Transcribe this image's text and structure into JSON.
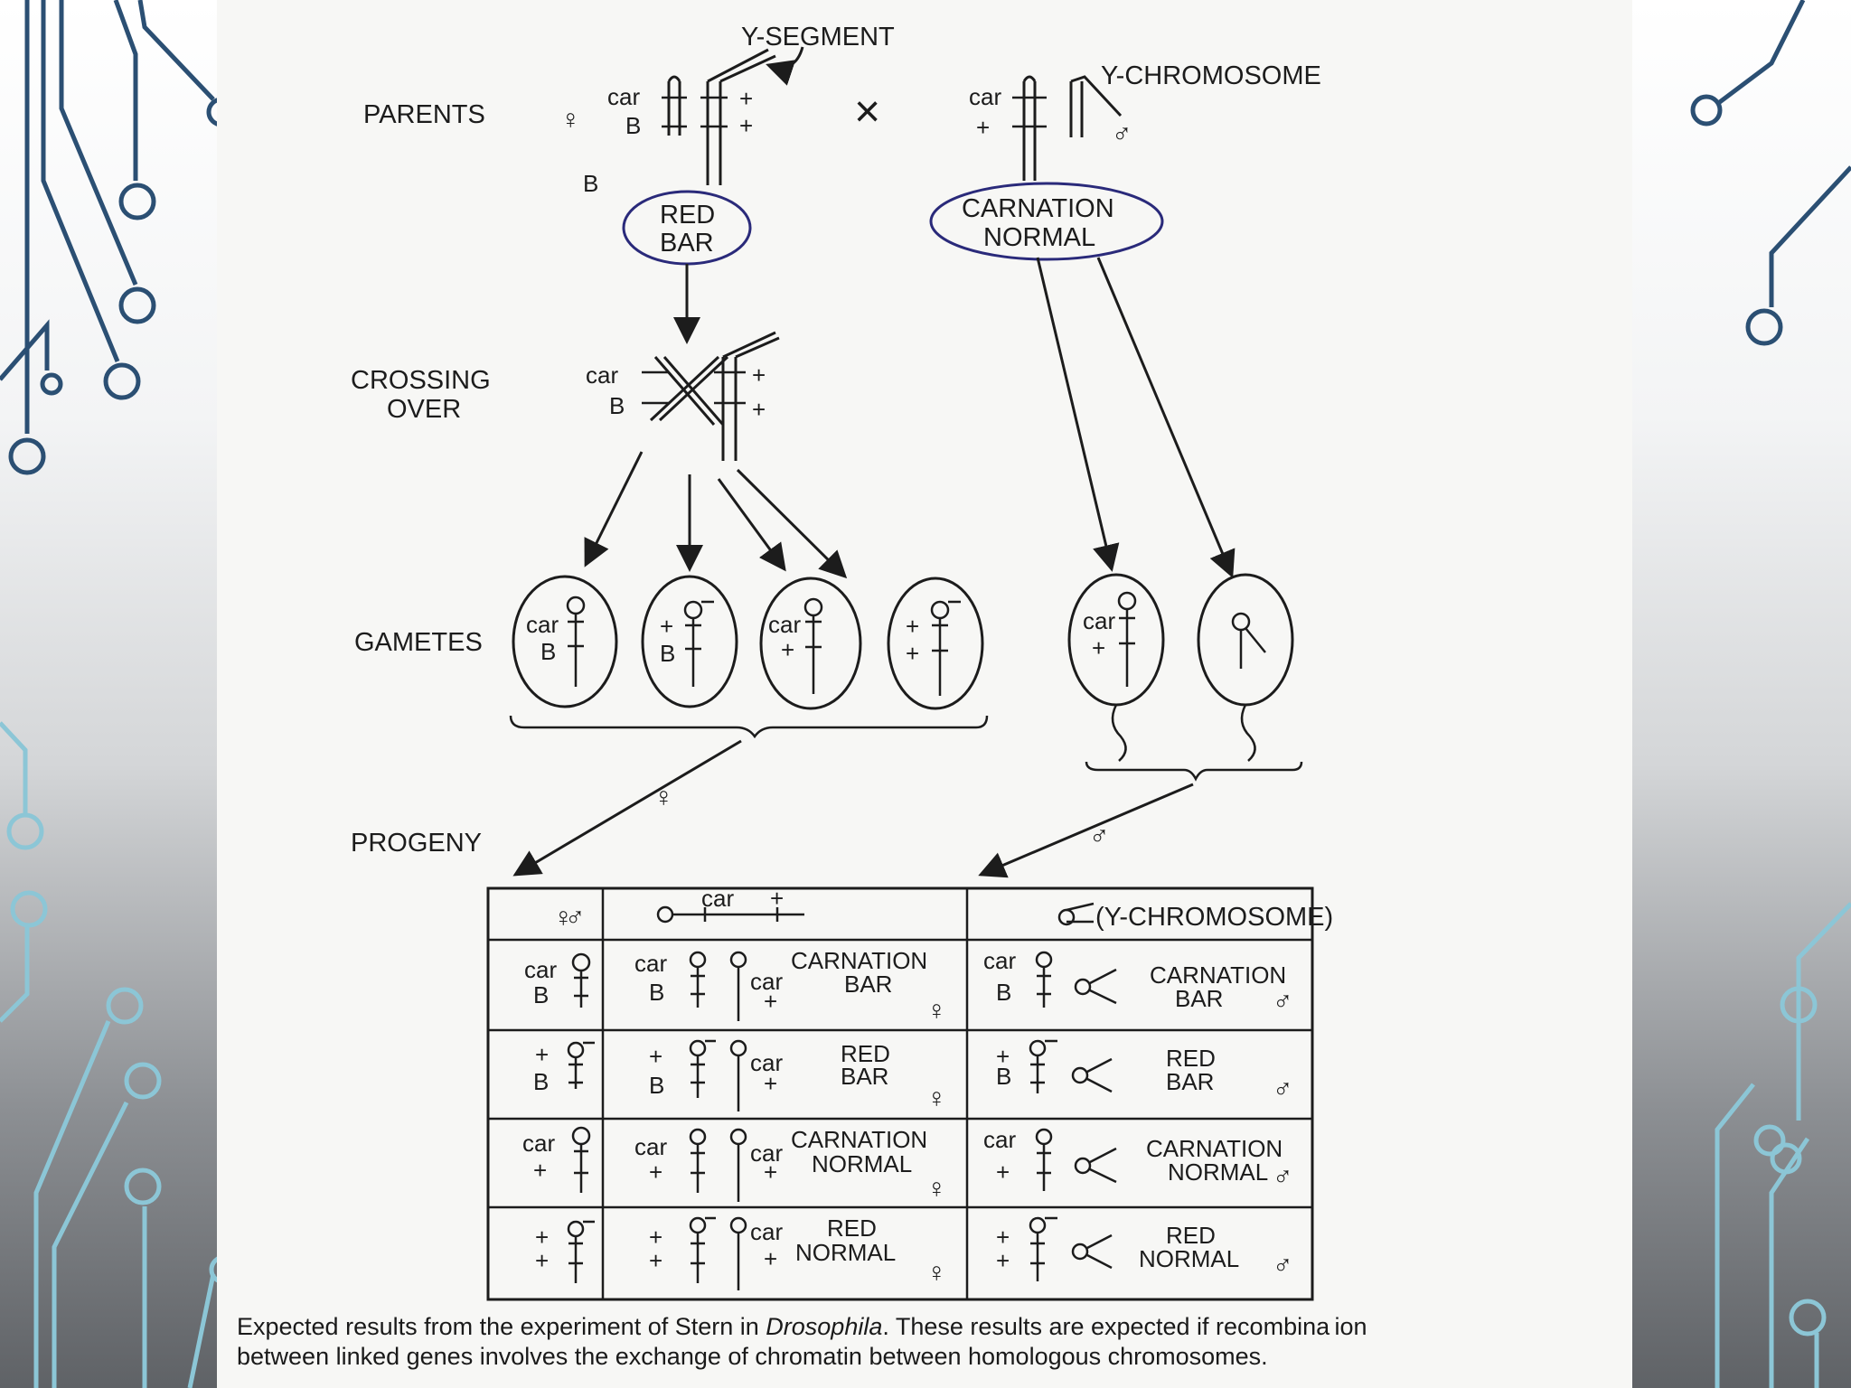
{
  "labels": {
    "y_segment": "Y-SEGMENT",
    "y_chromosome": "Y-CHROMOSOME",
    "parents": "PARENTS",
    "crossing_over_1": "CROSSING",
    "crossing_over_2": "OVER",
    "gametes": "GAMETES",
    "progeny": "PROGENY",
    "car": "car",
    "B": "B",
    "plus": "+",
    "cross": "×",
    "female": "♀",
    "male": "♂"
  },
  "phenotypes": {
    "red_bar": [
      "RED",
      "BAR"
    ],
    "carnation_normal": [
      "CARNATION",
      "NORMAL"
    ],
    "carnation_bar": [
      "CARNATION",
      "BAR"
    ],
    "red_normal": [
      "RED",
      "NORMAL"
    ]
  },
  "table": {
    "head_male_chrom": "(Y-CHROMOSOME)",
    "rows": [
      {
        "mother": [
          "car",
          "B"
        ],
        "female_pheno": [
          "CARNATION",
          "BAR"
        ],
        "male_pheno": [
          "CARNATION",
          "BAR"
        ]
      },
      {
        "mother": [
          "+",
          "B"
        ],
        "female_pheno": [
          "RED",
          "BAR"
        ],
        "male_pheno": [
          "RED",
          "BAR"
        ]
      },
      {
        "mother": [
          "car",
          "+"
        ],
        "female_pheno": [
          "CARNATION",
          "NORMAL"
        ],
        "male_pheno": [
          "CARNATION",
          "NORMAL"
        ]
      },
      {
        "mother": [
          "+",
          "+"
        ],
        "female_pheno": [
          "RED",
          "NORMAL"
        ],
        "male_pheno": [
          "RED",
          "NORMAL"
        ]
      }
    ]
  },
  "caption": {
    "before_italic": "Expected results from the experiment of Stern in ",
    "italic": "Drosophila",
    "after_italic": ". These results are expected if recombina ion",
    "line2": "between linked genes involves the exchange of chromatin between homologous chromosomes."
  },
  "colors": {
    "circuit_dark": "#2b4f73",
    "circuit_light": "#7fd2df",
    "ink": "#1c1c1c",
    "oval_blue": "#2a2a7a"
  }
}
